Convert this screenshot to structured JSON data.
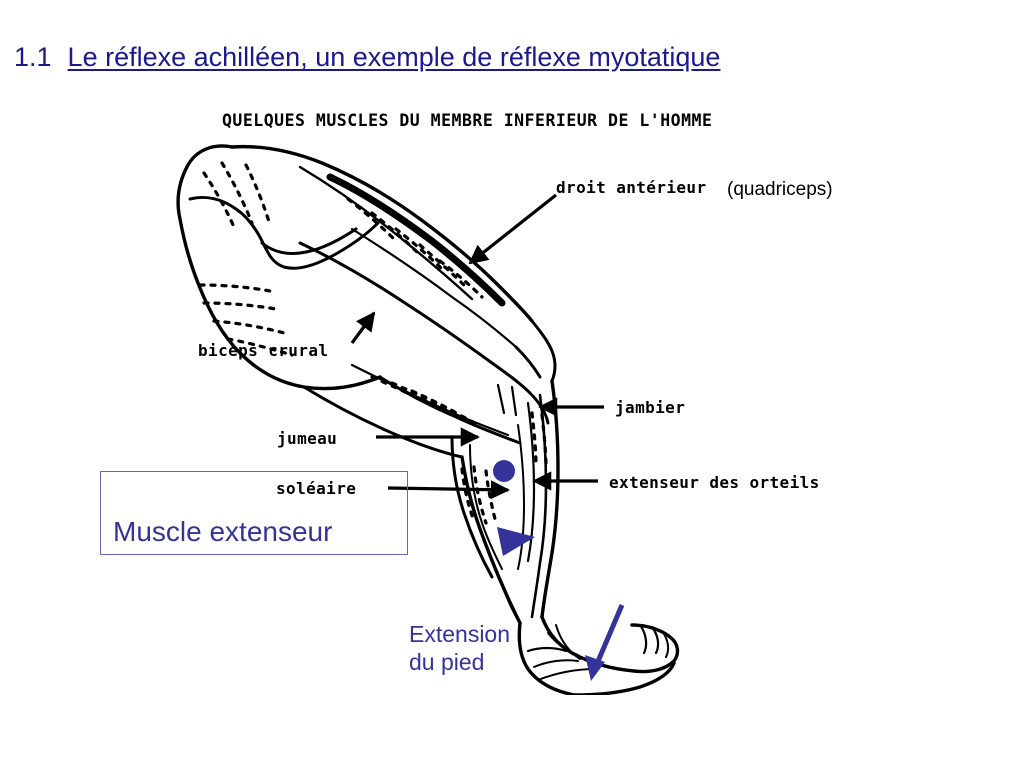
{
  "slide": {
    "background_color": "#ffffff",
    "accent_color": "#333399",
    "heading_color": "#1a1a8c",
    "box_border_color": "#6666b0"
  },
  "heading": {
    "number": "1.1",
    "title": "Le réflexe achilléen, un exemple de réflexe myotatique"
  },
  "figure": {
    "caption": "QUELQUES MUSCLES DU MEMBRE INFERIEUR DE L'HOMME",
    "anatomy_labels": [
      {
        "id": "droit-anterieur",
        "text": "droit antérieur"
      },
      {
        "id": "biceps-crural",
        "text": "biceps crural"
      },
      {
        "id": "jumeau",
        "text": "jumeau"
      },
      {
        "id": "soleaire",
        "text": "soléaire"
      },
      {
        "id": "jambier",
        "text": "jambier"
      },
      {
        "id": "extenseur-orteils",
        "text": "extenseur des orteils"
      }
    ],
    "annotation_quadriceps": "(quadriceps)"
  },
  "callouts": {
    "muscle_box_label": "Muscle extenseur",
    "extension_line1": "Extension",
    "extension_line2": "du pied"
  },
  "markers": {
    "blue_dot": "soleus-marker-dot",
    "blue_triangle": "extension-direction-triangle",
    "blue_arrow": "extension-du-pied-arrow"
  }
}
